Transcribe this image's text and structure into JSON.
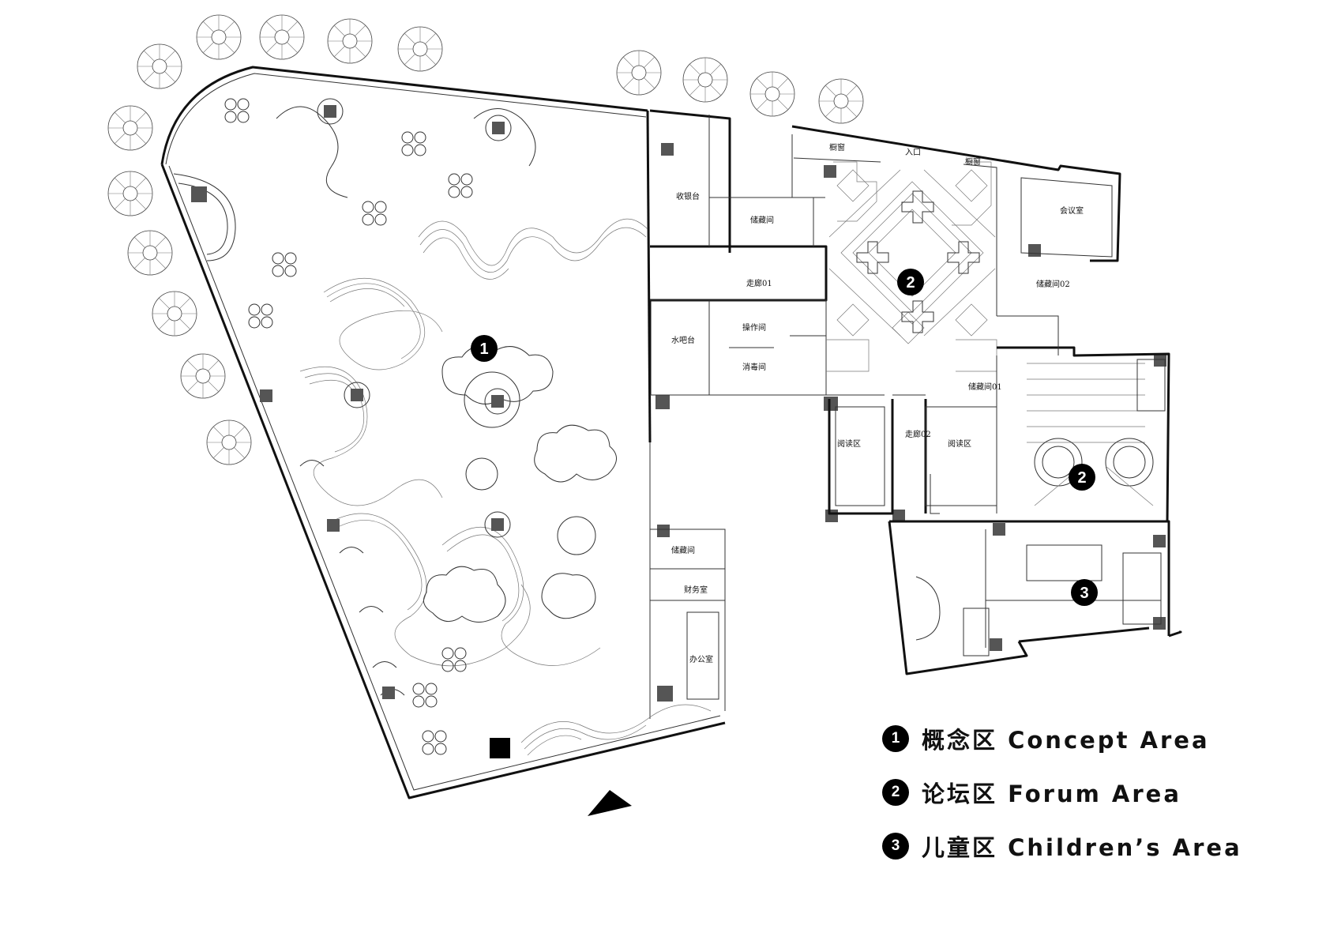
{
  "plan": {
    "rooms": {
      "cashier": "收银台",
      "storage_top": "储藏间",
      "corridor01": "走廊01",
      "water_bar": "水吧台",
      "operation_room": "操作间",
      "disinfection_room": "消毒间",
      "window_left": "橱窗",
      "window_right": "橱窗",
      "entrance": "入口",
      "meeting_room": "会议室",
      "storage02": "储藏间02",
      "storage01": "储藏间01",
      "reading_left": "阅读区",
      "reading_right": "阅读区",
      "corridor02": "走廊02",
      "storage_lower": "储藏间",
      "finance_room": "财务室",
      "office": "办公室"
    },
    "markers": [
      {
        "num": "1"
      },
      {
        "num": "2"
      },
      {
        "num": "2"
      },
      {
        "num": "3"
      }
    ]
  },
  "legend": [
    {
      "num": "1",
      "label": "概念区  Concept Area"
    },
    {
      "num": "2",
      "label": "论坛区  Forum Area"
    },
    {
      "num": "3",
      "label": "儿童区  Children’s Area"
    }
  ]
}
